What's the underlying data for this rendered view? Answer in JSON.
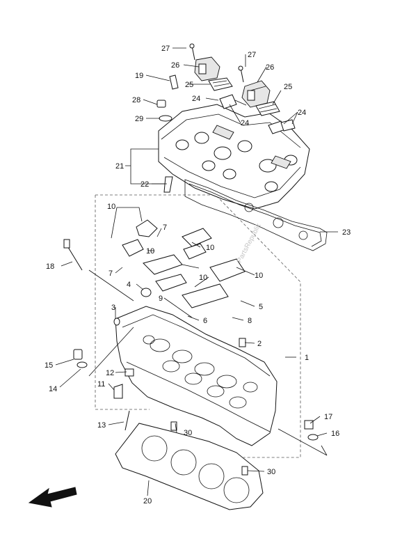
{
  "diagram": {
    "callouts": [
      "1",
      "2",
      "3",
      "4",
      "5",
      "6",
      "7",
      "8",
      "9",
      "10",
      "11",
      "12",
      "13",
      "14",
      "15",
      "16",
      "17",
      "18",
      "19",
      "20",
      "21",
      "22",
      "23",
      "24",
      "25",
      "26",
      "27",
      "28",
      "29",
      "30"
    ],
    "watermark": "PartsRepublik",
    "direction_icon": "front-arrow-icon"
  }
}
